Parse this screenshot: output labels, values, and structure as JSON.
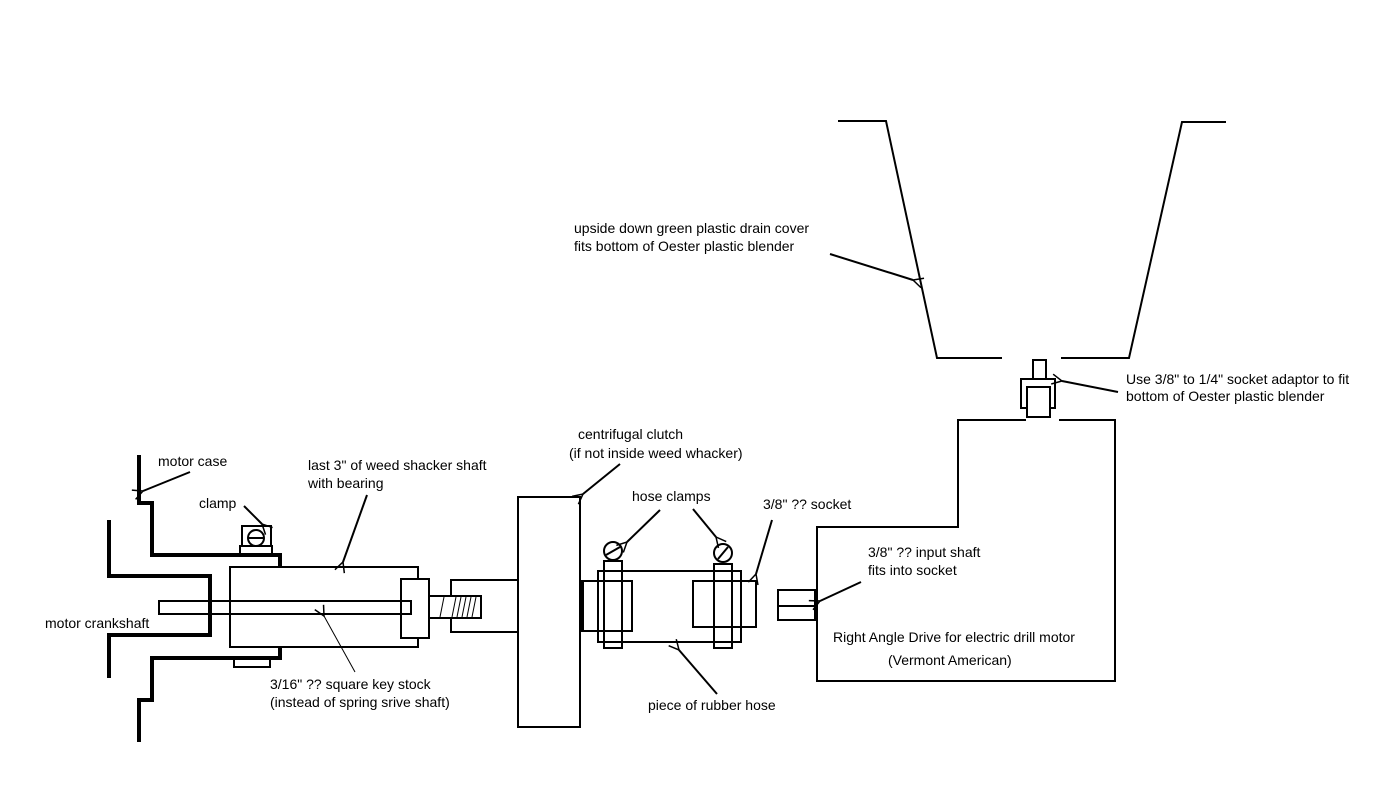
{
  "title": "Weed whacker engine to blender drive adaptor sketch",
  "stroke_color": "#000000",
  "background_color": "#ffffff",
  "labels": {
    "drain_cover": [
      "upside down green plastic drain cover",
      "fits bottom of Oester plastic blender"
    ],
    "socket_adaptor": [
      "Use 3/8\" to 1/4\" socket adaptor to fit",
      "bottom of Oester plastic blender"
    ],
    "motor_case": [
      "motor case"
    ],
    "clamp": [
      "clamp"
    ],
    "shaft_bearing": [
      "last 3\" of weed shacker shaft",
      "with bearing"
    ],
    "clutch": [
      "centrifugal clutch",
      "(if not inside weed whacker)"
    ],
    "hose_clamps": [
      "hose clamps"
    ],
    "socket": [
      "3/8\" ?? socket"
    ],
    "input_shaft": [
      "3/8\" ?? input shaft",
      "fits into socket"
    ],
    "right_angle_drive": [
      "Right Angle Drive for electric drill motor",
      "(Vermont American)"
    ],
    "crankshaft": [
      "motor crankshaft"
    ],
    "key_stock": [
      "3/16\" ?? square key stock",
      "(instead of spring srive shaft)"
    ],
    "rubber_hose": [
      "piece of rubber hose"
    ]
  }
}
